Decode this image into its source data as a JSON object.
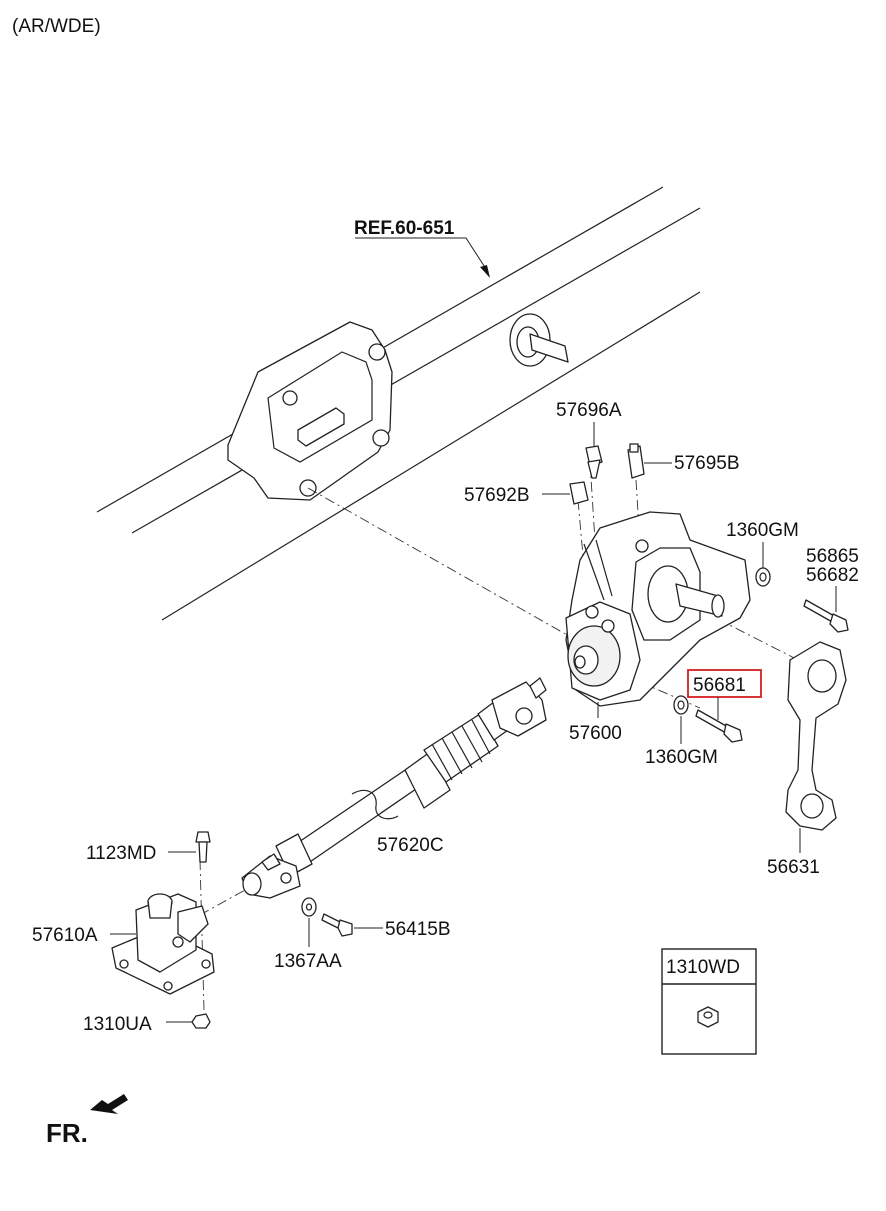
{
  "header": {
    "variant": "(AR/WDE)"
  },
  "ref_label": "REF.60-651",
  "direction_label": "FR.",
  "highlight_color": "#d42020",
  "parts": {
    "p57696A": "57696A",
    "p57695B": "57695B",
    "p57692B": "57692B",
    "p1360GM_top": "1360GM",
    "p56865": "56865",
    "p56682": "56682",
    "p56681": "56681",
    "p57600": "57600",
    "p1360GM_bottom": "1360GM",
    "p57620C": "57620C",
    "p56631": "56631",
    "p1123MD": "1123MD",
    "p57610A": "57610A",
    "p56415B": "56415B",
    "p1367AA": "1367AA",
    "p1310UA": "1310UA"
  },
  "legend_box": {
    "code": "1310WD",
    "icon": "hex-nut-icon"
  },
  "icons": [
    "frame-rail",
    "steering-gear-box",
    "pitman-arm",
    "intermediate-shaft",
    "universal-joint",
    "steering-column-joint",
    "hex-bolt-icon",
    "washer-icon",
    "front-arrow-icon"
  ]
}
